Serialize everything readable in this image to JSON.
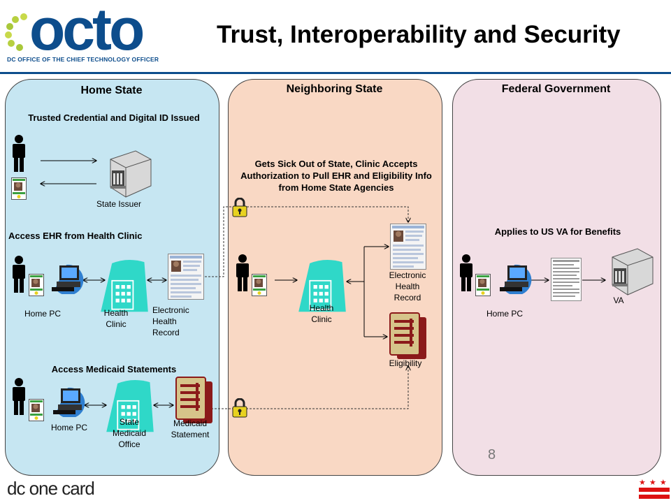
{
  "header": {
    "logo_text": "octo",
    "logo_subtitle": "DC OFFICE OF THE CHIEF TECHNOLOGY OFFICER",
    "title": "Trust, Interoperability and Security"
  },
  "panels": {
    "home": {
      "title": "Home State",
      "section1": "Trusted Credential and Digital ID Issued",
      "state_issuer": "State Issuer",
      "section2": "Access EHR from Health Clinic",
      "home_pc_1": "Home PC",
      "health_clinic_1": "Health Clinic",
      "ehr_1": "Electronic Health Record",
      "section3": "Access Medicaid Statements",
      "home_pc_2": "Home PC",
      "medicaid_office": "State Medicaid Office",
      "medicaid_statement": "Medicaid Statement"
    },
    "neighbor": {
      "title": "Neighboring State",
      "header": "Gets Sick Out of State, Clinic Accepts Authorization to Pull EHR and Eligibility Info from Home State Agencies",
      "health_clinic": "Health Clinic",
      "ehr": "Electronic Health Record",
      "eligibility": "Eligibility"
    },
    "federal": {
      "title": "Federal Government",
      "header": "Applies to US VA for Benefits",
      "home_pc": "Home PC",
      "va": "VA"
    }
  },
  "footer": {
    "page_number": "8",
    "logo_text": "dc one card",
    "flag_stars": "★ ★ ★"
  },
  "colors": {
    "brand_blue": "#0d4d8c",
    "home_panel": "#c6e6f2",
    "neighbor_panel": "#f9d8c4",
    "federal_panel": "#f2dfe6",
    "teal": "#2fd8c8",
    "doc_tan": "#d6c48a",
    "doc_red": "#8b1a1a",
    "lock_yellow": "#e8d220"
  }
}
